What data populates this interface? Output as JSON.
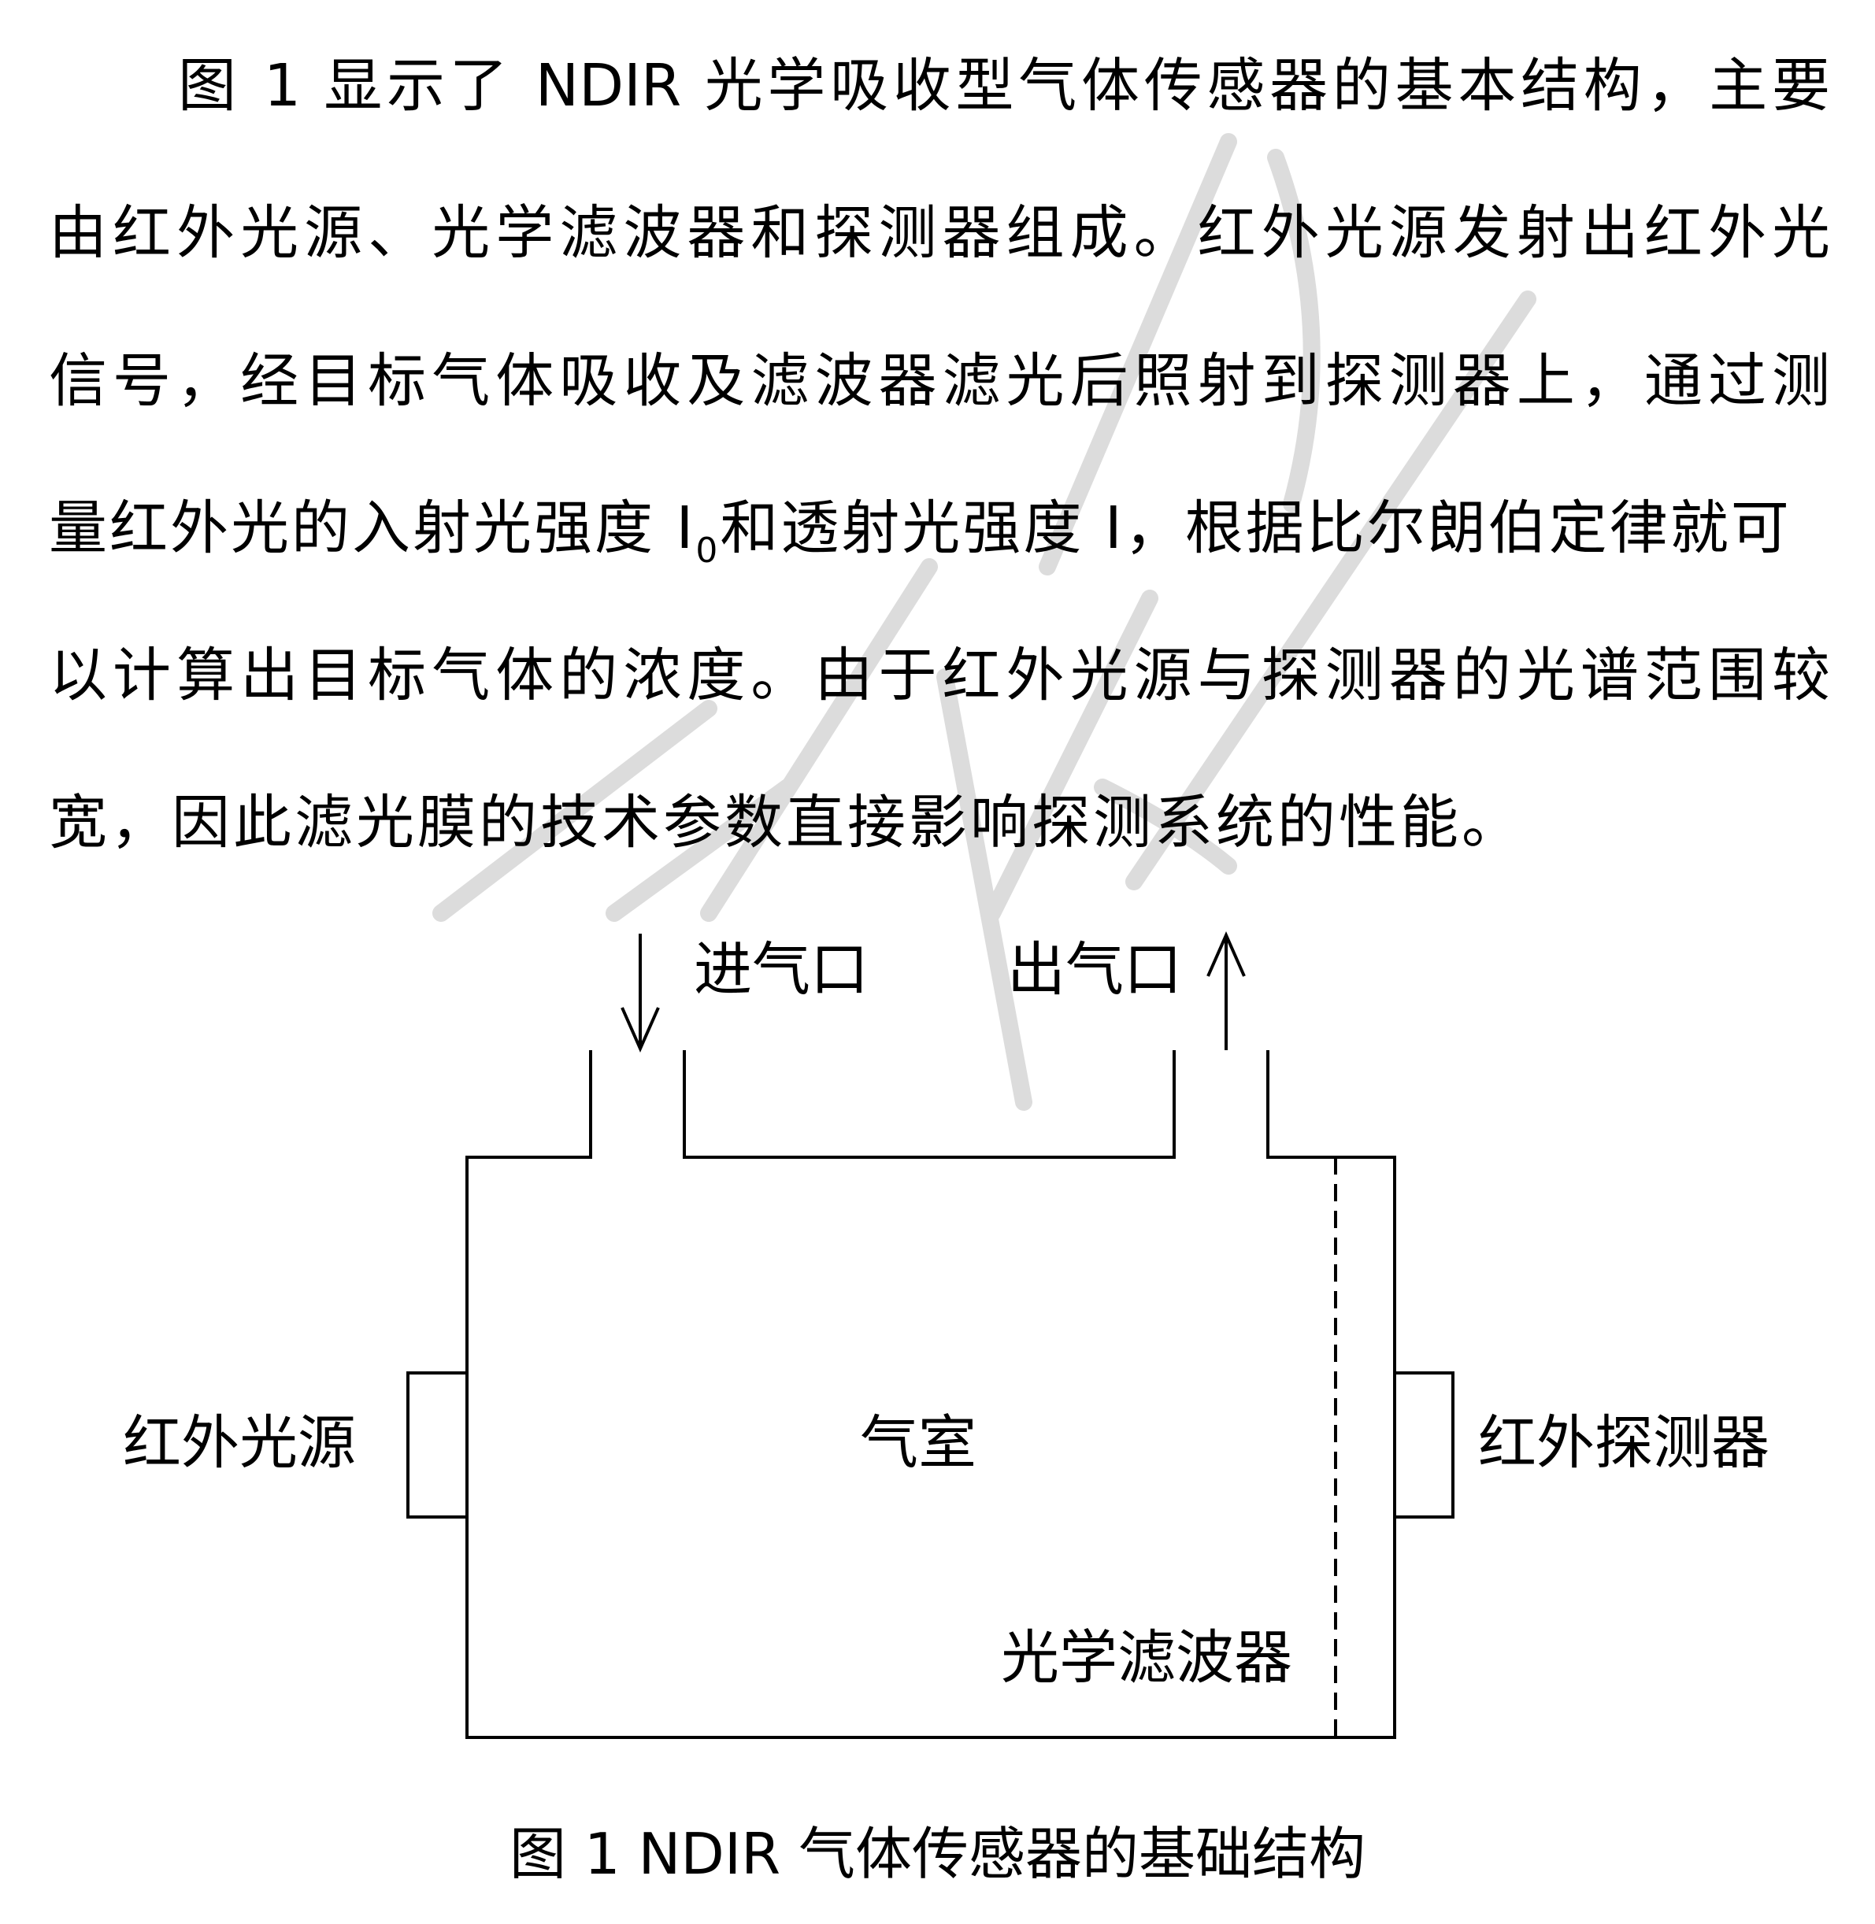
{
  "paragraph": {
    "lines": [
      "图 1 显示了 NDIR 光学吸收型气体传感器的基本结构，主要",
      "由红外光源、光学滤波器和探测器组成。红外光源发射出红外光",
      "信号，经目标气体吸收及滤波器滤光后照射到探测器上，通过测",
      "量红外光的入射光强度 I",
      "以计算出目标气体的浓度。由于红外光源与探测器的光谱范围较",
      "宽，因此滤光膜的技术参数直接影响探测系统的性能。"
    ],
    "line4_sub": "0",
    "line4_rest": "和透射光强度 I，根据比尔朗伯定律就可"
  },
  "diagram": {
    "inlet_label": "进气口",
    "outlet_label": "出气口",
    "source_label": "红外光源",
    "chamber_label": "气室",
    "detector_label": "红外探测器",
    "filter_label": "光学滤波器"
  },
  "caption": "图 1 NDIR 气体传感器的基础结构"
}
